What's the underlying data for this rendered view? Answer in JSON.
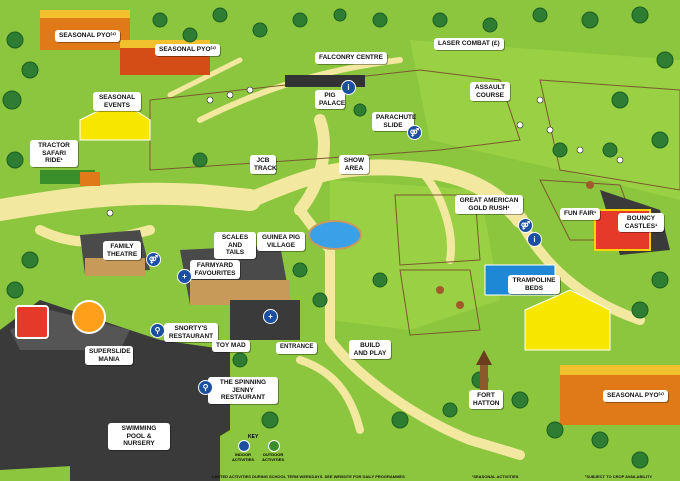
{
  "map": {
    "labels": {
      "seasonal_pyo_1": "SEASONAL PYO⁽¹⁾",
      "seasonal_pyo_2": "SEASONAL PYO⁽¹⁾",
      "seasonal_pyo_3": "SEASONAL PYO⁽¹⁾",
      "seasonal_events": "SEASONAL EVENTS",
      "tractor_safari_ride": "TRACTOR SAFARI RIDE¹",
      "falconry_centre": "FALCONRY CENTRE",
      "laser_combat": "LASER COMBAT (£)",
      "pig_palace": "PIG PALACE",
      "assault_course": "ASSAULT COURSE",
      "parachute_slide": "PARACHUTE SLIDE",
      "jcb_track": "JCB TRACK",
      "show_area": "SHOW AREA",
      "great_american_gold_rush": "GREAT AMERICAN GOLD RUSH¹",
      "fun_fair": "FUN FAIR¹",
      "bouncy_castles": "BOUNCY CASTLES¹",
      "family_theatre": "FAMILY THEATRE",
      "scales_and_tails": "SCALES AND TAILS",
      "guinea_pig_village": "GUINEA PIG VILLAGE",
      "farmyard_favourites": "FARMYARD FAVOURITES",
      "trampoline_beds": "TRAMPOLINE BEDS",
      "snortys_restaurant": "SNORTY'S RESTAURANT",
      "toy_mad": "TOY MAD",
      "entrance": "ENTRANCE",
      "build_and_play": "BUILD AND PLAY",
      "superslide_mania": "SUPERSLIDE MANIA",
      "spinning_jenny": "THE SPINNING JENNY RESTAURANT",
      "fort_hatton": "FORT HATTON",
      "swimming_pool": "SWIMMING POOL & NURSERY"
    },
    "legend": {
      "key": "KEY",
      "indoor": "INDOOR ACTIVITIES",
      "outdoor": "OUTDOOR ACTIVITIES",
      "note_limited": "LIMITED ACTIVITIES DURING SCHOOL TERM WEEKDAYS. SEE WEBSITE FOR DAILY PROGRAMMES",
      "note_seasonal": "¹SEASONAL ACTIVITIES",
      "note_crop": "²SUBJECT TO CROP AVAILABILITY"
    },
    "colors": {
      "grass": "#8cc63f",
      "path": "#f2e8a0",
      "building_roof": "#3a3a3a",
      "icon_blue": "#1b4fa0",
      "tent_yellow": "#f7e600"
    },
    "icons": [
      "toilet-icon",
      "restaurant-icon",
      "first-aid-icon",
      "info-icon"
    ]
  }
}
